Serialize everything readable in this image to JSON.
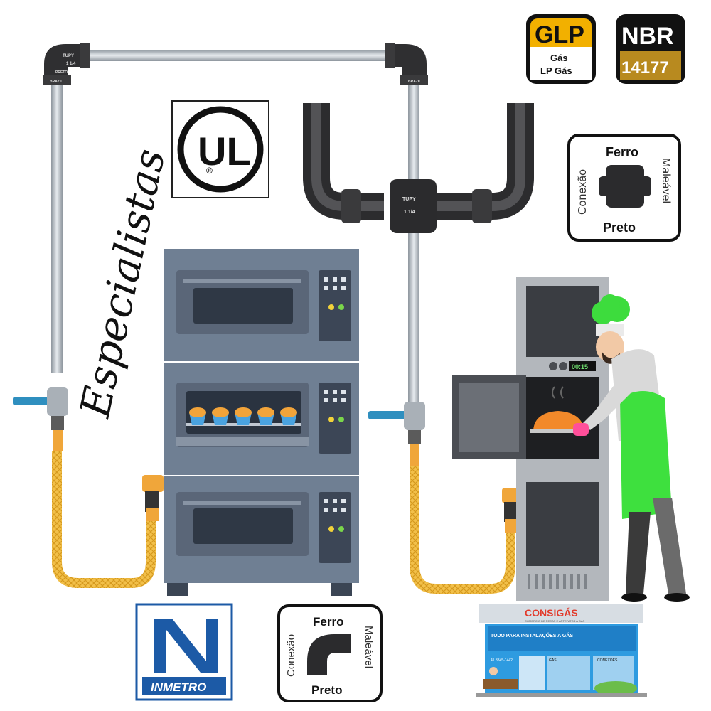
{
  "badges": {
    "glp": {
      "title": "GLP",
      "line1": "Gás",
      "line2": "LP Gás"
    },
    "nbr": {
      "title": "NBR",
      "number": "14177"
    }
  },
  "specialists_text": "Especialistas",
  "fitting_card_top": {
    "top": "Ferro",
    "bottom": "Preto",
    "left": "Conexão",
    "right": "Maleável"
  },
  "fitting_card_bottom": {
    "top": "Ferro",
    "bottom": "Preto",
    "left": "Conexão",
    "right": "Maleável"
  },
  "fitting_marks": {
    "brand": "TUPY",
    "size": "1 1/4",
    "color": "PRETO",
    "origin": "BRAZIL"
  },
  "ul_logo": {
    "letters": "UL",
    "registered": "®"
  },
  "inmetro_logo": {
    "name": "INMETRO"
  },
  "oven_timer": "00:15",
  "store": {
    "name": "CONSIGÁS",
    "tagline": "COMERCIO DE PECAS E ARTEFATOS A GÁS",
    "banner": "TUDO PARA INSTALAÇÕES A GÁS",
    "panel_gas": "GÁS",
    "panel_conexoes": "CONEXÕES",
    "phone": "41 3345-1442"
  },
  "colors": {
    "oven_body": "#6f7f93",
    "oven_dark": "#4a5668",
    "pipe": "#b9c0c7",
    "hose": "#f2c04a",
    "valve_handle": "#2f8fbf",
    "badge_black": "#111111",
    "badge_gold": "#f2b000",
    "nbr_gold": "#b88a1f",
    "chef_hat": "#3ddc3d",
    "apron": "#3ee03e",
    "inmetro_blue": "#1c5aa6",
    "store_red": "#e23b2c"
  }
}
